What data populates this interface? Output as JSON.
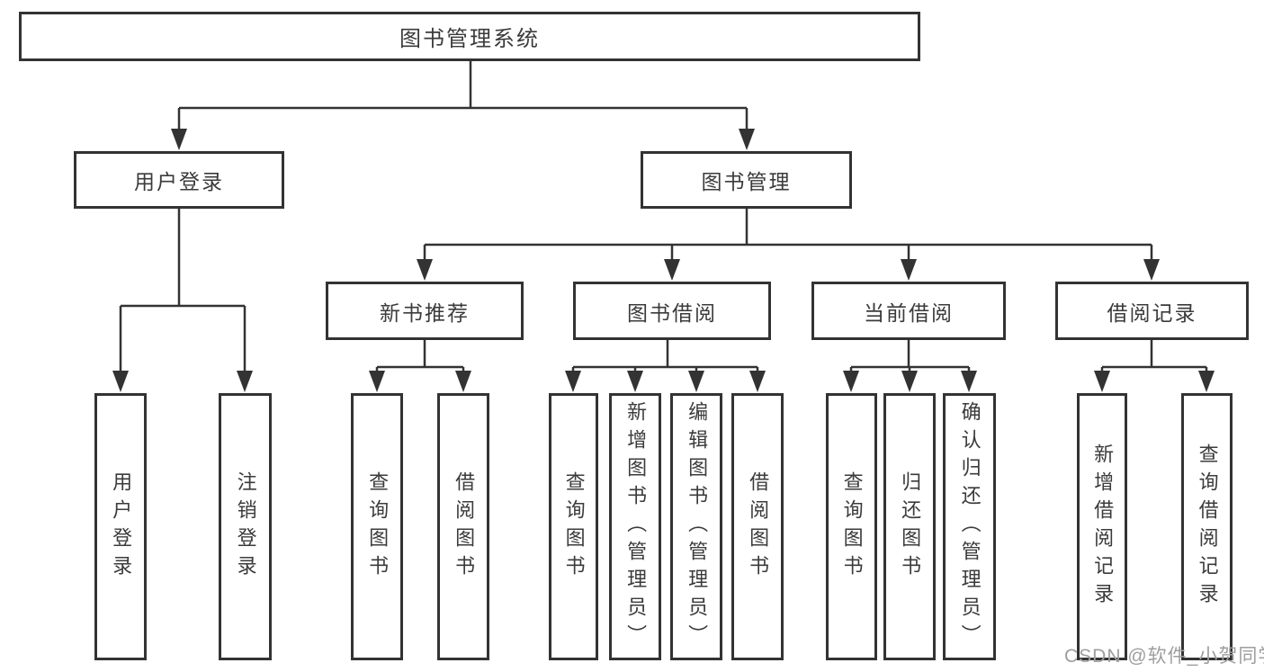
{
  "nodes": {
    "root": "图书管理系统",
    "user_login": "用户登录",
    "book_mgmt": "图书管理",
    "new_book": "新书推荐",
    "book_borrow": "图书借阅",
    "current_borrow": "当前借阅",
    "borrow_records": "借阅记录",
    "ul_login": "用户登录",
    "ul_logout": "注销登录",
    "nb_query": "查询图书",
    "nb_borrow": "借阅图书",
    "bb_query": "查询图书",
    "bb_add": "新增图书（管理员）",
    "bb_edit": "编辑图书（管理员）",
    "bb_borrow": "借阅图书",
    "cb_query": "查询图书",
    "cb_return": "归还图书",
    "cb_confirm": "确认归还（管理员）",
    "br_add": "新增借阅记录",
    "br_query": "查询借阅记录"
  },
  "hierarchy": {
    "label": "图书管理系统",
    "children": [
      {
        "label": "用户登录",
        "children": [
          {
            "label": "用户登录"
          },
          {
            "label": "注销登录"
          }
        ]
      },
      {
        "label": "图书管理",
        "children": [
          {
            "label": "新书推荐",
            "children": [
              {
                "label": "查询图书"
              },
              {
                "label": "借阅图书"
              }
            ]
          },
          {
            "label": "图书借阅",
            "children": [
              {
                "label": "查询图书"
              },
              {
                "label": "新增图书（管理员）"
              },
              {
                "label": "编辑图书（管理员）"
              },
              {
                "label": "借阅图书"
              }
            ]
          },
          {
            "label": "当前借阅",
            "children": [
              {
                "label": "查询图书"
              },
              {
                "label": "归还图书"
              },
              {
                "label": "确认归还（管理员）"
              }
            ]
          },
          {
            "label": "借阅记录",
            "children": [
              {
                "label": "新增借阅记录"
              },
              {
                "label": "查询借阅记录"
              }
            ]
          }
        ]
      }
    ]
  },
  "watermark": "CSDN @软件_小贺同学",
  "colors": {
    "line": "#333333",
    "text": "#3b3b3b",
    "box_background": "#ffffff",
    "watermark": "#9e9e9e"
  }
}
